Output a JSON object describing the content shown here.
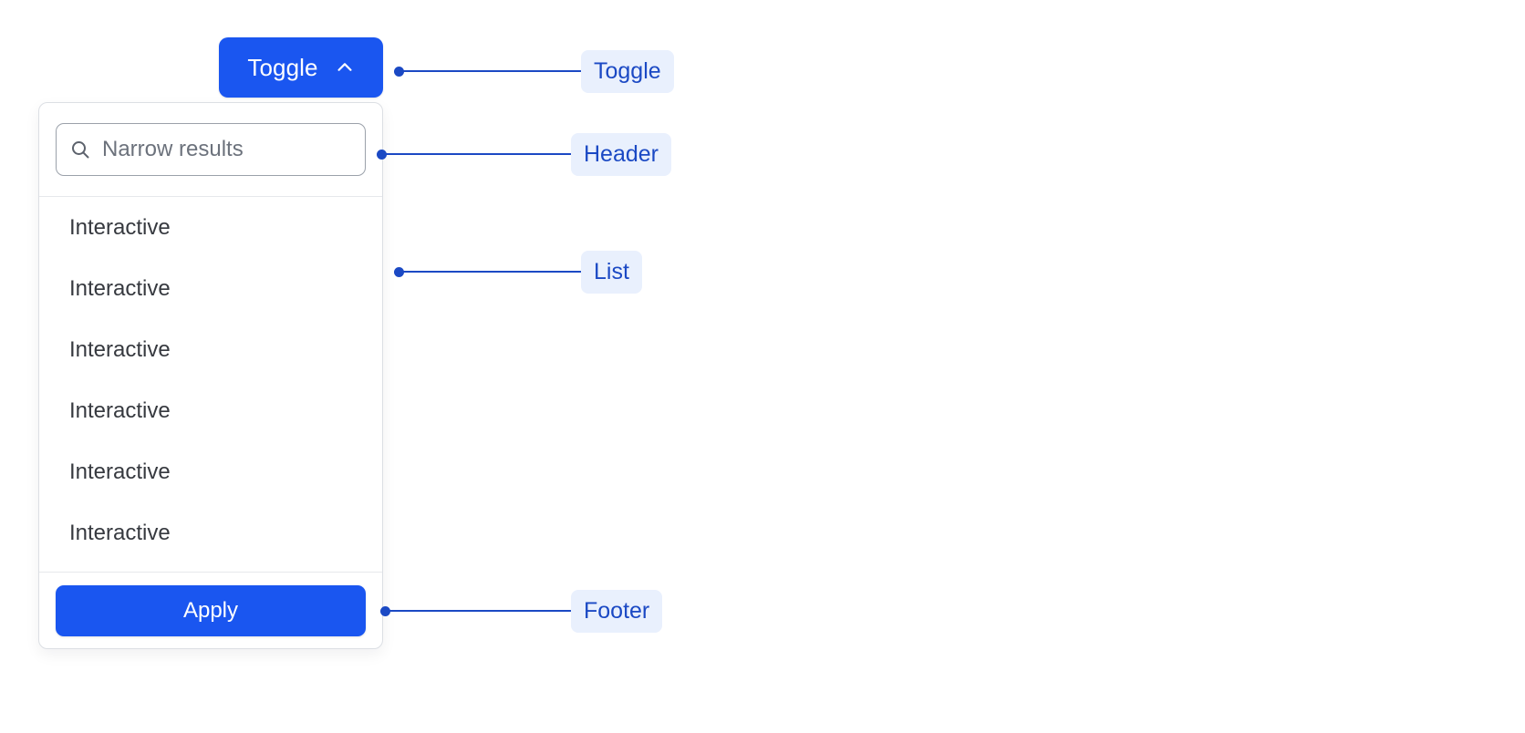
{
  "toggle": {
    "label": "Toggle",
    "icon": "chevron-up-icon",
    "expanded": true,
    "background_color": "#1a56f0",
    "text_color": "#ffffff"
  },
  "panel": {
    "header": {
      "search": {
        "icon": "search-icon",
        "placeholder": "Narrow results",
        "value": ""
      }
    },
    "list": {
      "items": [
        {
          "label": "Interactive"
        },
        {
          "label": "Interactive"
        },
        {
          "label": "Interactive"
        },
        {
          "label": "Interactive"
        },
        {
          "label": "Interactive"
        },
        {
          "label": "Interactive"
        }
      ]
    },
    "footer": {
      "apply_label": "Apply",
      "apply_background_color": "#1a56f0",
      "apply_text_color": "#ffffff"
    }
  },
  "annotations": {
    "accent_color": "#1b49c4",
    "badge_background_color": "#e9f0fd",
    "items": [
      {
        "label": "Toggle"
      },
      {
        "label": "Header"
      },
      {
        "label": "List"
      },
      {
        "label": "Footer"
      }
    ]
  }
}
